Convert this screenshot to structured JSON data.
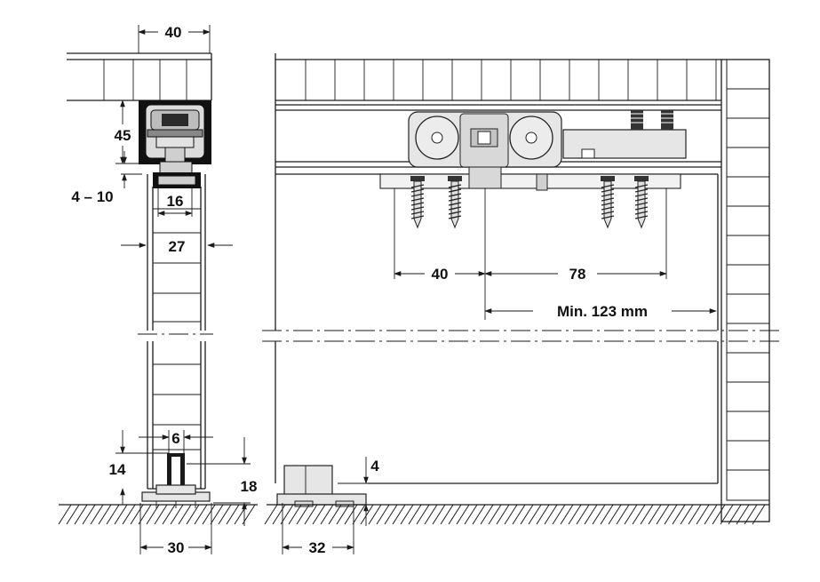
{
  "dimensions": {
    "top_width": "40",
    "track_height": "45",
    "gap_range": "4 – 10",
    "guide_width": "16",
    "door_thickness": "27",
    "floor_guide_slot": "6",
    "floor_guide_depth": "14",
    "floor_guide_height": "18",
    "floor_guide_base_width": "30",
    "screw_offset_left": "40",
    "screw_offset_right": "78",
    "min_distance": "Min. 123 mm",
    "stop_height": "4",
    "stop_width": "32"
  },
  "colors": {
    "line": "#1a1a1a",
    "part_fill": "#e6e6e6",
    "background": "#ffffff"
  }
}
